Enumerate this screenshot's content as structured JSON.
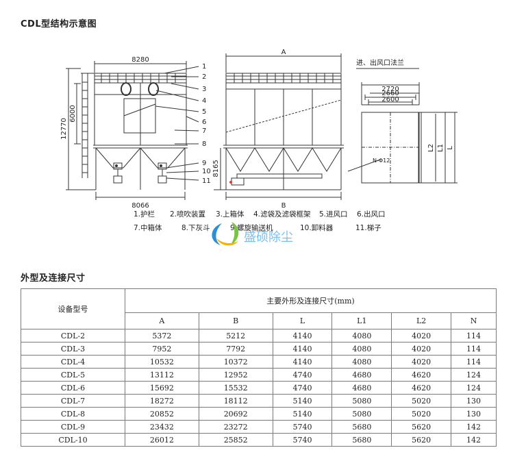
{
  "title_structure": "CDL型结构示意图",
  "title_dims": "外型及连接尺寸",
  "diagram": {
    "dims": {
      "top_width": "8280",
      "bottom_width": "8066",
      "height_total": "12770",
      "height_upper": "6000",
      "height_lower": "8165",
      "A": "A",
      "B": "B",
      "flange_2720": "2720",
      "flange_2660": "2660",
      "flange_2600": "2600",
      "L2": "L2",
      "L1": "L1",
      "L": "L",
      "N_hole": "N-Φ12"
    },
    "flange_title": "进、出风口法兰",
    "callout_numbers": [
      "1",
      "2",
      "3",
      "4",
      "5",
      "6",
      "7",
      "8",
      "9",
      "10",
      "11"
    ],
    "legend": [
      "1.护栏",
      "2.喷吹装置",
      "3.上箱体",
      "4.滤袋及滤袋框架",
      "5.进风口",
      "6.出风口",
      "7.中箱体",
      "8.下灰斗",
      "9.螺旋输送机",
      "10.卸料器",
      "11.梯子"
    ],
    "watermark": "盛硕除尘"
  },
  "table": {
    "model_header": "设备型号",
    "group_header": "主要外形及连接尺寸(mm)",
    "columns": [
      "A",
      "B",
      "L",
      "L1",
      "L2",
      "N"
    ],
    "rows": [
      {
        "model": "CDL-2",
        "A": "5372",
        "B": "5212",
        "L": "4140",
        "L1": "4080",
        "L2": "4020",
        "N": "114"
      },
      {
        "model": "CDL-3",
        "A": "7952",
        "B": "7792",
        "L": "4140",
        "L1": "4080",
        "L2": "4020",
        "N": "114"
      },
      {
        "model": "CDL-4",
        "A": "10532",
        "B": "10372",
        "L": "4140",
        "L1": "4080",
        "L2": "4020",
        "N": "114"
      },
      {
        "model": "CDL-5",
        "A": "13112",
        "B": "12952",
        "L": "4740",
        "L1": "4680",
        "L2": "4620",
        "N": "124"
      },
      {
        "model": "CDL-6",
        "A": "15692",
        "B": "15532",
        "L": "4740",
        "L1": "4680",
        "L2": "4620",
        "N": "124"
      },
      {
        "model": "CDL-7",
        "A": "18272",
        "B": "18112",
        "L": "5140",
        "L1": "5080",
        "L2": "5020",
        "N": "130"
      },
      {
        "model": "CDL-8",
        "A": "20852",
        "B": "20692",
        "L": "5140",
        "L1": "5080",
        "L2": "5020",
        "N": "130"
      },
      {
        "model": "CDL-9",
        "A": "23432",
        "B": "23272",
        "L": "5740",
        "L1": "5680",
        "L2": "5620",
        "N": "142"
      },
      {
        "model": "CDL-10",
        "A": "26012",
        "B": "25852",
        "L": "5740",
        "L1": "5680",
        "L2": "5620",
        "N": "142"
      }
    ]
  }
}
